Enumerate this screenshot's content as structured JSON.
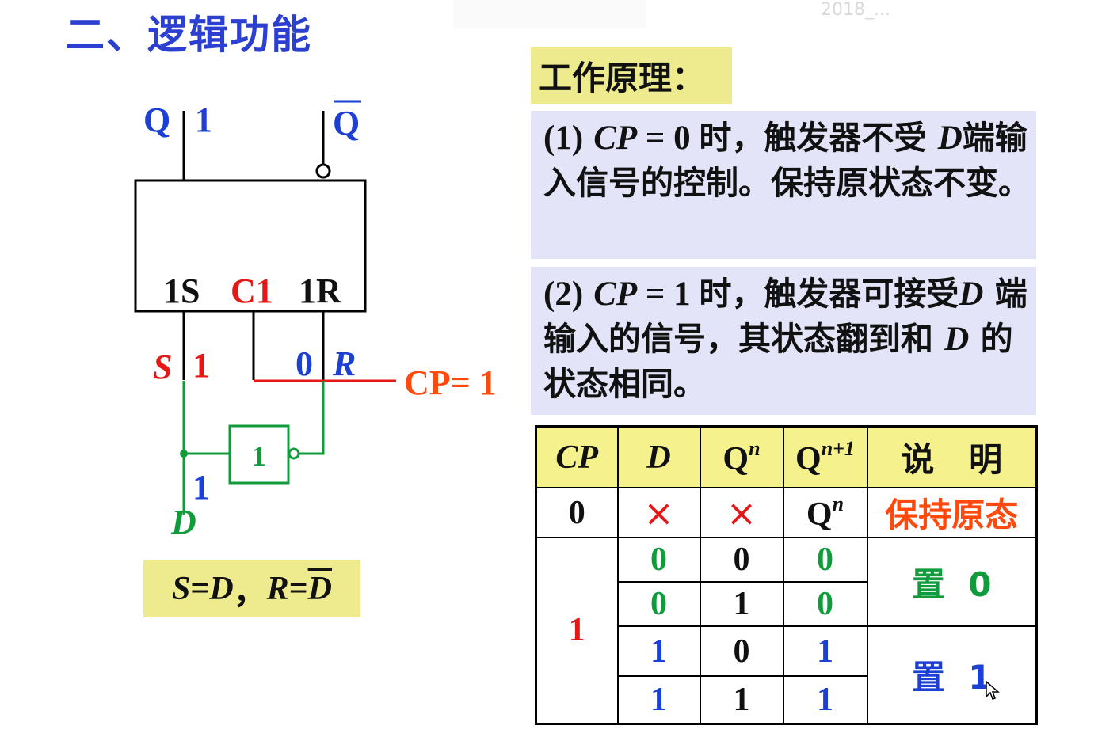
{
  "title": "二、逻辑功能",
  "watermark_text": "2018_...",
  "circuit": {
    "output_q": "Q",
    "output_q_value": "1",
    "output_qbar": "Q",
    "input_1s": "1S",
    "input_c1": "C1",
    "input_1r": "1R",
    "s_label": "S",
    "s_value": "1",
    "r_label": "R",
    "r_value": "0",
    "cp_label": "CP= 1",
    "inverter_label": "1",
    "d_label": "D",
    "d_value": "1"
  },
  "formula": {
    "s": "S",
    "eq1": "=",
    "d1": "D",
    "sep": "，",
    "r": "R",
    "eq2": "=",
    "d2": "D"
  },
  "principle": {
    "heading": "工作原理：",
    "note1": {
      "num": "(1)",
      "cp": "CP",
      "cond": " = 0 ",
      "text_a": "时，触发器不受 ",
      "d": "D",
      "text_b": "端输入信号的控制。保持原状态不变。"
    },
    "note2": {
      "num": "(2)",
      "cp": "CP",
      "cond": " = 1 ",
      "text_a": "时，触发器可接受",
      "d": "D",
      "text_b": " 端输入的信号，其状态翻到和 ",
      "d2": "D",
      "text_c": " 的状态相同。"
    }
  },
  "truth_table": {
    "headers": {
      "cp": "CP",
      "d": "D",
      "qn": "Q",
      "qn_sup": "n",
      "qn1": "Q",
      "qn1_sup": "n+1",
      "desc": "说   明"
    },
    "row_hold": {
      "cp": "0",
      "d": "×",
      "qn": "×",
      "qn1": "Q",
      "qn1_sup": "n",
      "desc": "保持原态"
    },
    "cp_active": "1",
    "rows": [
      {
        "d": "0",
        "qn": "0",
        "qn1": "0"
      },
      {
        "d": "0",
        "qn": "1",
        "qn1": "0"
      },
      {
        "d": "1",
        "qn": "0",
        "qn1": "1"
      },
      {
        "d": "1",
        "qn": "1",
        "qn1": "1"
      }
    ],
    "set0": "置  0",
    "set1": "置  1"
  },
  "colors": {
    "title": "#2b3fd0",
    "yellow_box": "#eeeb8e",
    "note_bg": "#e3e4f8",
    "green": "#119c3c",
    "blue": "#1c40d4",
    "red": "#e51818",
    "orange": "#ff4a0e"
  }
}
